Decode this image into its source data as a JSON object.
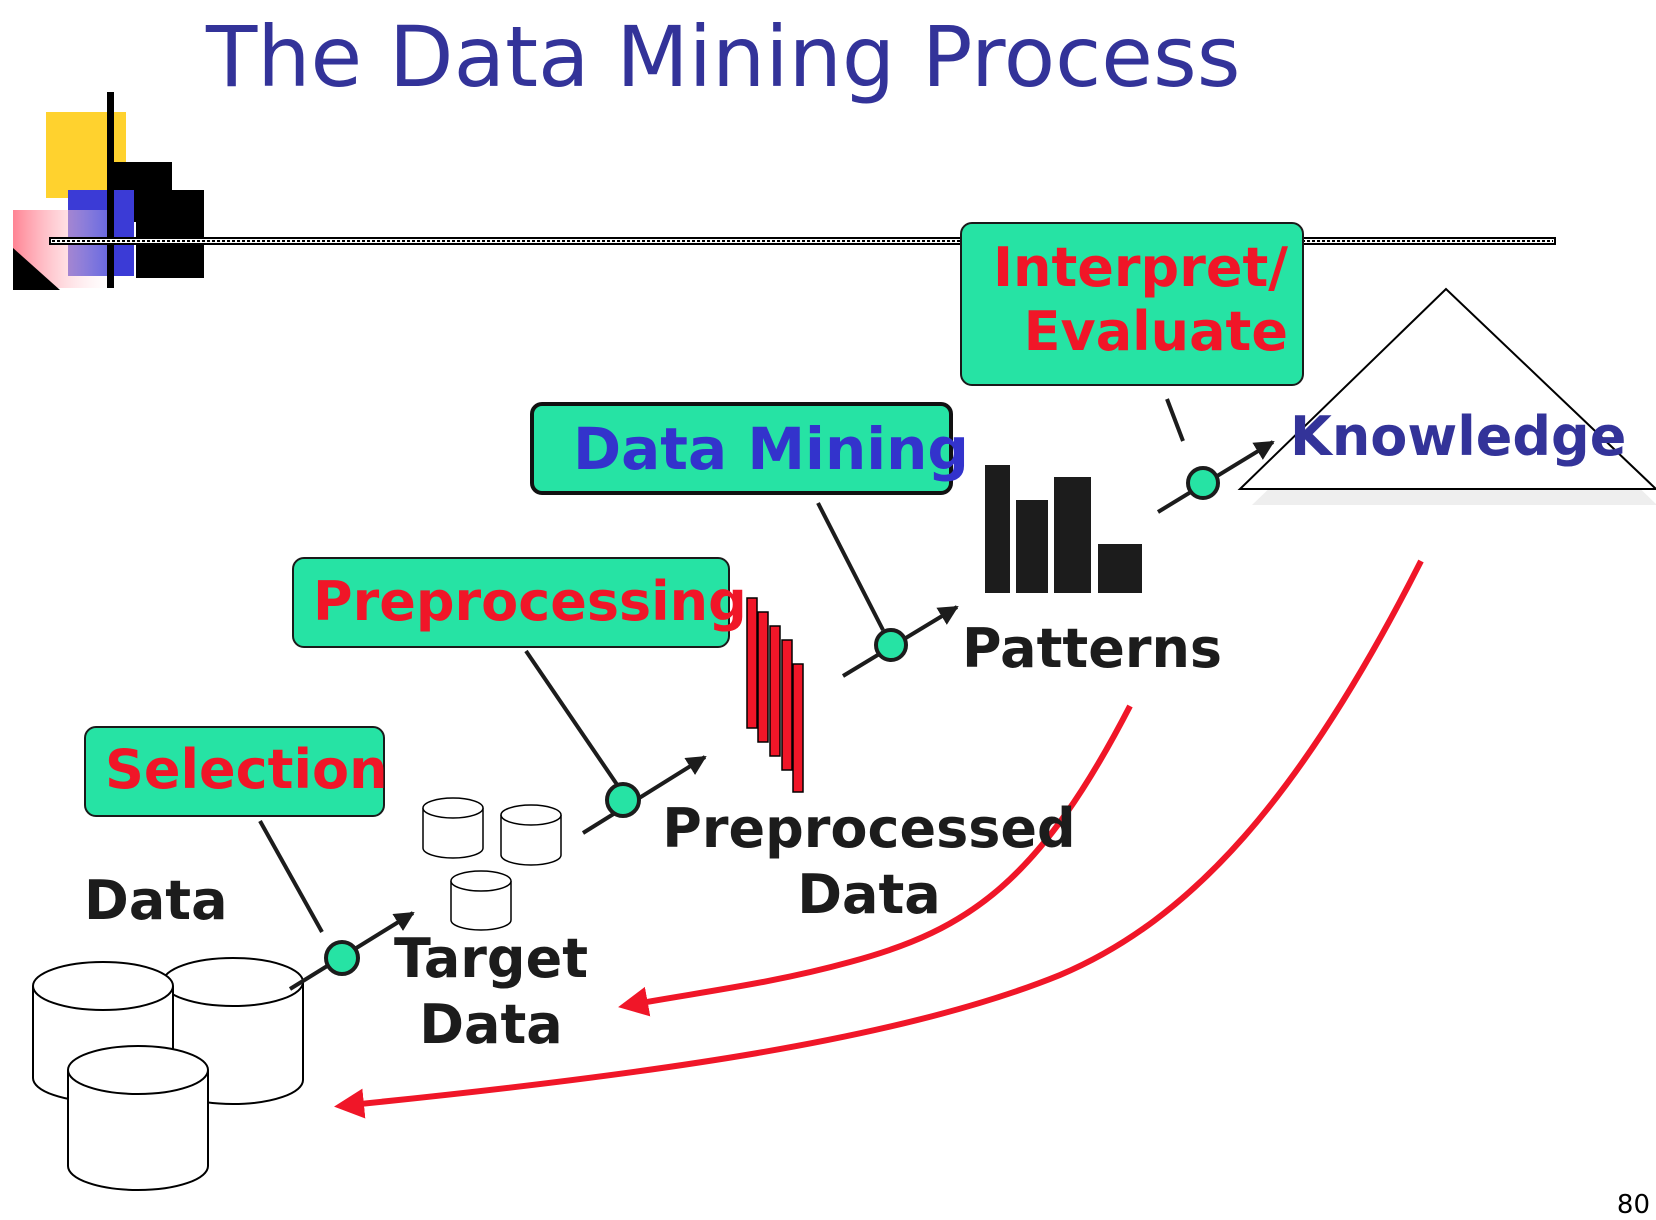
{
  "slide": {
    "title": "The Data Mining Process",
    "page_number": "80"
  },
  "steps": {
    "selection": "Selection",
    "preprocessing": "Preprocessing",
    "data_mining": "Data Mining",
    "interpret_line1": "Interpret/",
    "interpret_line2": "Evaluate"
  },
  "artifacts": {
    "data": "Data",
    "target_line1": "Target",
    "target_line2": "Data",
    "preprocessed_line1": "Preprocessed",
    "preprocessed_line2": "Data",
    "patterns": "Patterns",
    "knowledge": "Knowledge"
  },
  "colors": {
    "box_fill": "#26e3a4",
    "step_text": "#f01628",
    "mining_text": "#3333cc",
    "title_text": "#333399",
    "feedback_arrow": "#f01628"
  }
}
